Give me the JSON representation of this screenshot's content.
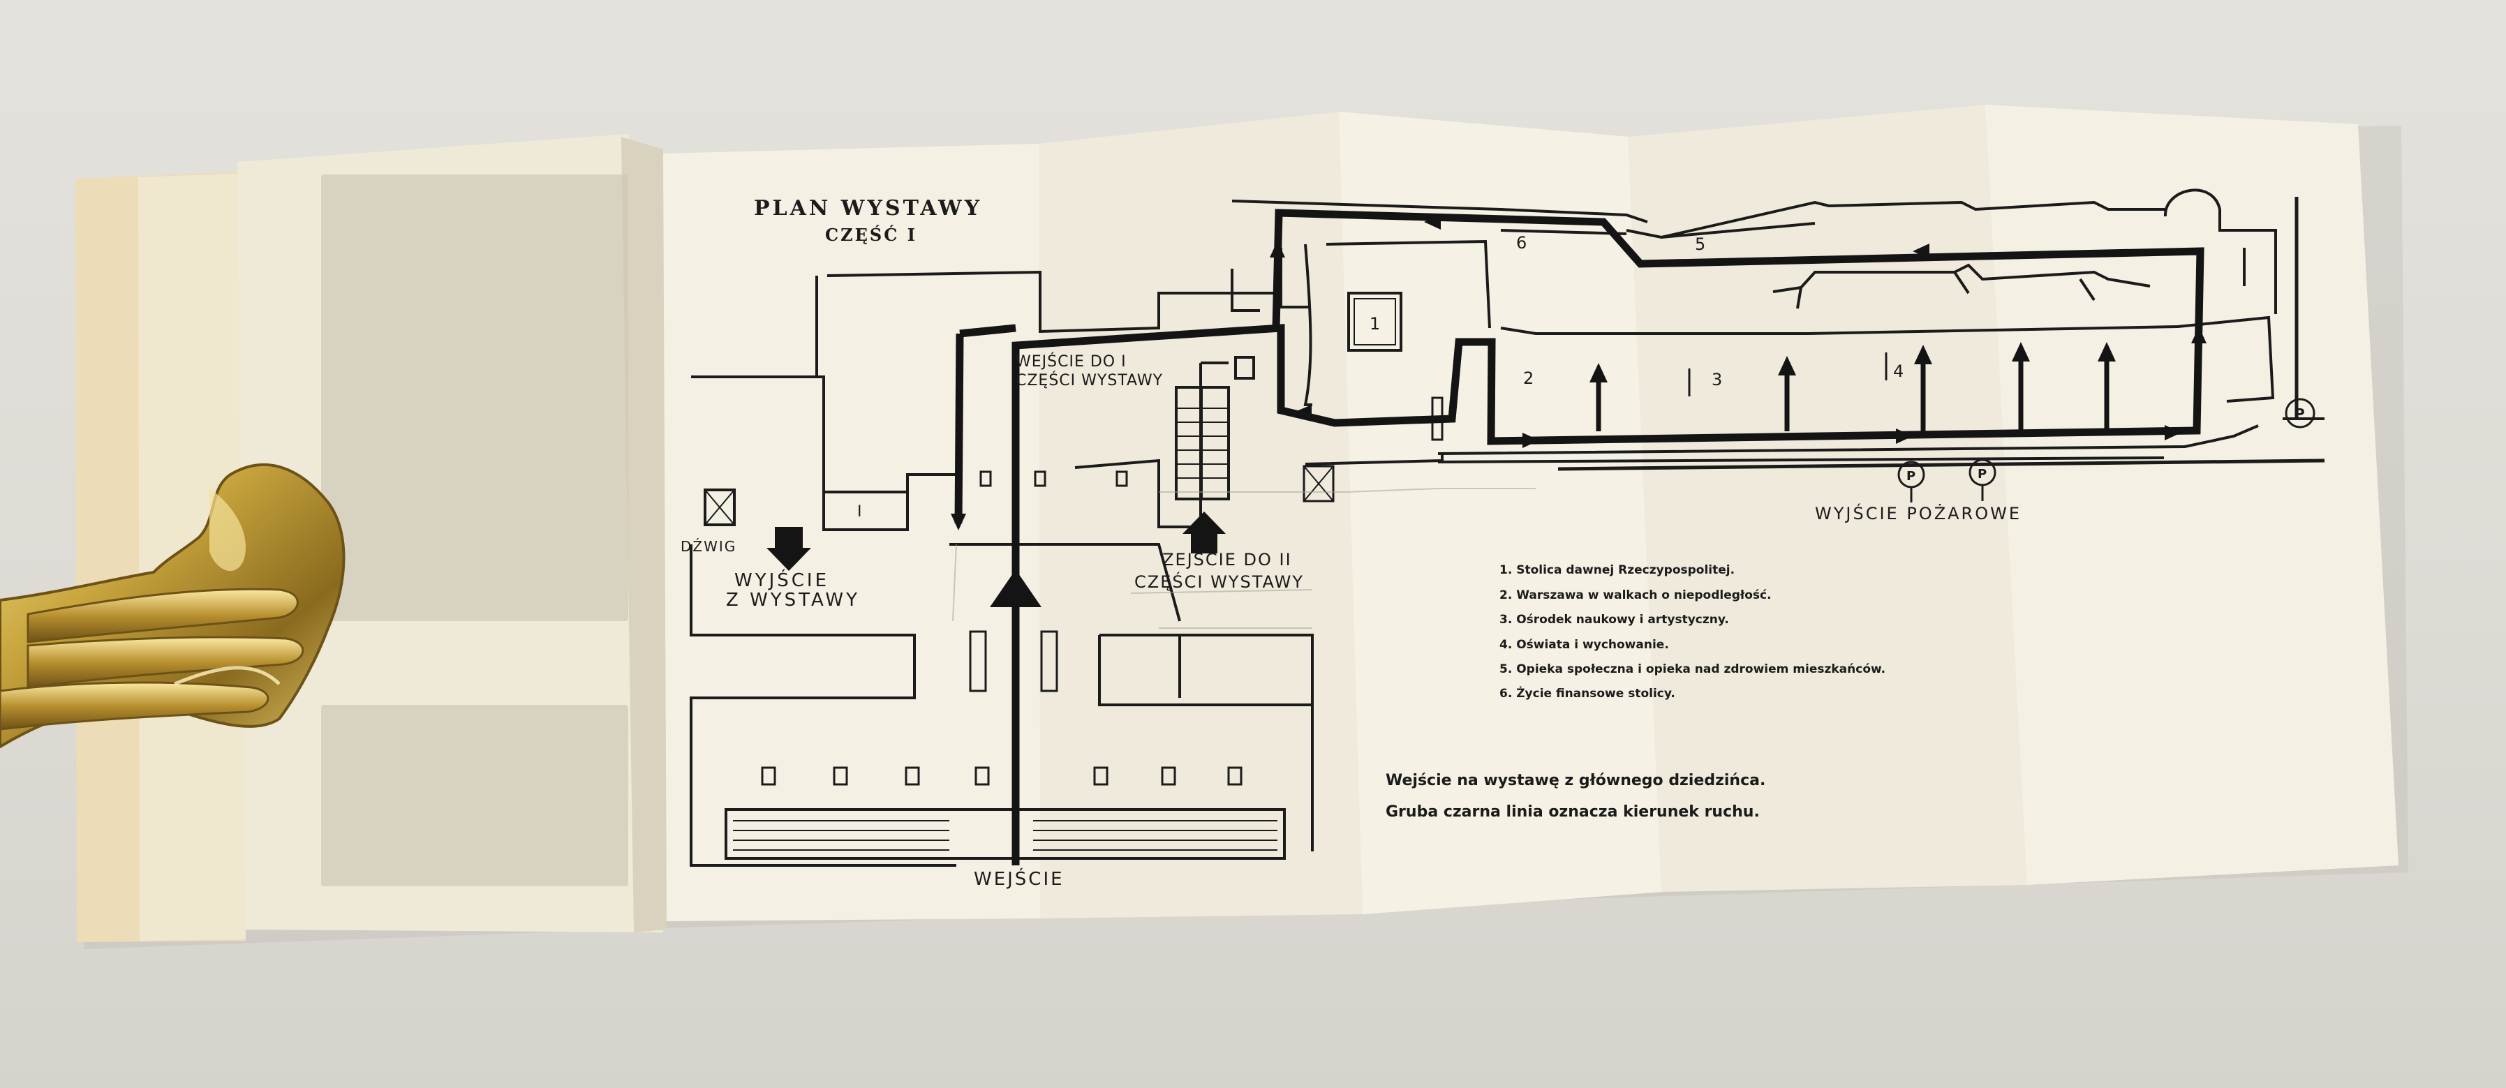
{
  "plan": {
    "title": "PLAN WYSTAWY",
    "part": "CZĘŚĆ I",
    "lift": "DŹWIG",
    "exit_label_1": "WYJŚCIE",
    "exit_label_2": "Z WYSTAWY",
    "entrance_part1_line1": "WEJŚCIE DO I",
    "entrance_part1_line2": "CZĘŚCI WYSTAWY",
    "descent_line1": "ZEJŚCIE DO II",
    "descent_line2": "CZĘŚCI WYSTAWY",
    "entrance": "WEJŚCIE",
    "fire_exit": "WYJŚCIE POŻAROWE",
    "room_numbers": [
      "1",
      "2",
      "3",
      "4",
      "5",
      "6"
    ],
    "room_i": "I",
    "p_marker": "P"
  },
  "legend": {
    "items": [
      "1. Stolica dawnej Rzeczypospolitej.",
      "2. Warszawa w walkach o niepodległość.",
      "3. Ośrodek naukowy i artystyczny.",
      "4. Oświata i wychowanie.",
      "5. Opieka społeczna i opieka nad zdrowiem mieszkańców.",
      "6. Życie finansowe stolicy."
    ],
    "note_1": "Wejście na wystawę z głównego dziedzińca.",
    "note_2": "Gruba czarna linia oznacza kierunek ruchu."
  },
  "colors": {
    "background": "#dfdcd6",
    "paper": "#f3efe2",
    "book_cover": "#ecdcb8",
    "ink": "#1b1b1b",
    "brass": "#c9a63e"
  }
}
